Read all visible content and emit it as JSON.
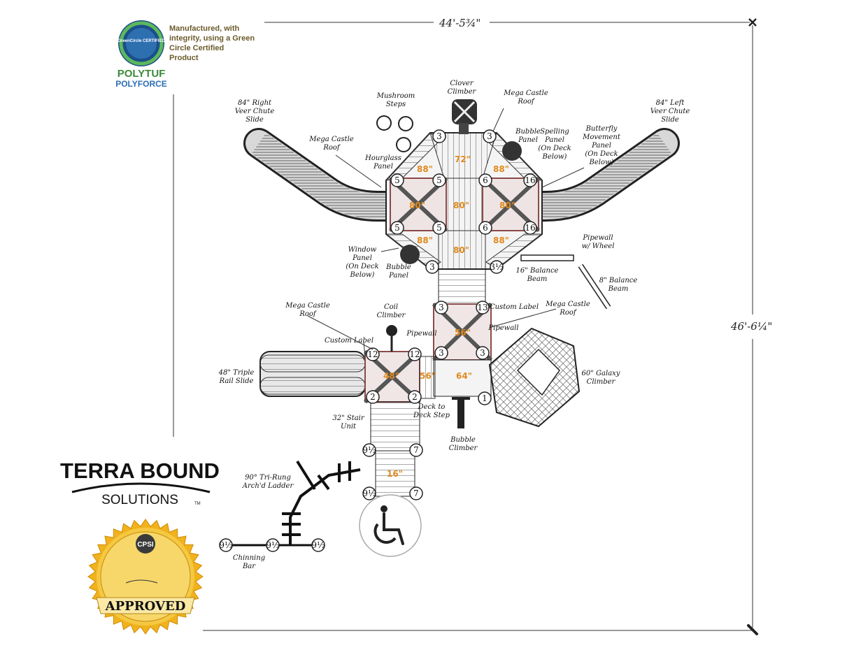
{
  "dimensions": {
    "width": "44'-5¾\"",
    "height": "46'-6¼\""
  },
  "green_circle": {
    "badge_text": "GreenCircle CERTIFIED",
    "tagline": [
      "Manufactured, with",
      "integrity, using a Green",
      "Circle Certified",
      "Product"
    ]
  },
  "brand": {
    "polytuf": "POLYTUF",
    "polyforce": "POLYFORCE"
  },
  "company": {
    "line1": "TERRA BOUND",
    "line2": "SOLUTIONS",
    "tm": "TM"
  },
  "seal": {
    "cpsi": "CPSI",
    "approved": "APPROVED"
  },
  "labels": {
    "clover_climber": [
      "Clover",
      "Climber"
    ],
    "mushroom_steps": [
      "Mushroom",
      "Steps"
    ],
    "mega_castle_roof_top": [
      "Mega Castle",
      "Roof"
    ],
    "right_veer_slide": [
      "84\" Right",
      "Veer Chute",
      "Slide"
    ],
    "left_veer_slide": [
      "84\" Left",
      "Veer Chute",
      "Slide"
    ],
    "mega_castle_roof_left": [
      "Mega Castle",
      "Roof"
    ],
    "hourglass_panel": [
      "Hourglass",
      "Panel"
    ],
    "bubble_panel_top": [
      "Bubble",
      "Panel"
    ],
    "spelling_panel": [
      "Spelling",
      "Panel",
      "(On Deck",
      "Below)"
    ],
    "butterfly_panel": [
      "Butterfly",
      "Movement",
      "Panel",
      "(On Deck",
      "Below)"
    ],
    "window_panel": [
      "Window",
      "Panel",
      "(On Deck",
      "Below)"
    ],
    "bubble_panel_mid": [
      "Bubble",
      "Panel"
    ],
    "pipewall_wheel": [
      "Pipewall",
      "w/ Wheel"
    ],
    "balance_16": [
      "16\" Balance",
      "Beam"
    ],
    "balance_8": [
      "8\" Balance",
      "Beam"
    ],
    "mega_castle_roof_mid_left": [
      "Mega Castle",
      "Roof"
    ],
    "coil_climber": [
      "Coil",
      "Climber"
    ],
    "pipewall": [
      "Pipewall"
    ],
    "custom_label_mid": [
      "Custom Label"
    ],
    "mega_castle_roof_mid_right": [
      "Mega Castle",
      "Roof"
    ],
    "pipewall_mid": [
      "Pipewall"
    ],
    "custom_label_left": [
      "Custom Label"
    ],
    "triple_rail_slide": [
      "48\" Triple",
      "Rail Slide"
    ],
    "galaxy_climber": [
      "60\" Galaxy",
      "Climber"
    ],
    "stair_unit": [
      "32\" Stair",
      "Unit"
    ],
    "deck_step": [
      "Deck to",
      "Deck Step"
    ],
    "bubble_climber": [
      "Bubble",
      "Climber"
    ],
    "tri_rung_ladder": [
      "90° Tri-Rung",
      "Arch'd Ladder"
    ],
    "chinning_bar": [
      "Chinning",
      "Bar"
    ]
  },
  "heights": {
    "top": "72\"",
    "tl": "88\"",
    "tr": "88\"",
    "deck_l": "80\"",
    "deck_c": "80\"",
    "deck_r": "80\"",
    "bl": "88\"",
    "br": "88\"",
    "center_low": "80\"",
    "mid_deck": "56\"",
    "lower_l": "48\"",
    "lower_c": "56\"",
    "lower_r": "64\"",
    "stair_bottom": "16\""
  },
  "post_numbers": {
    "p5": "5",
    "p6": "6",
    "p16": "16",
    "p3": "3",
    "p3b": "3½",
    "p13": "13",
    "p12": "12",
    "p2": "2",
    "p1": "1",
    "p9": "9½",
    "p7": "7"
  }
}
